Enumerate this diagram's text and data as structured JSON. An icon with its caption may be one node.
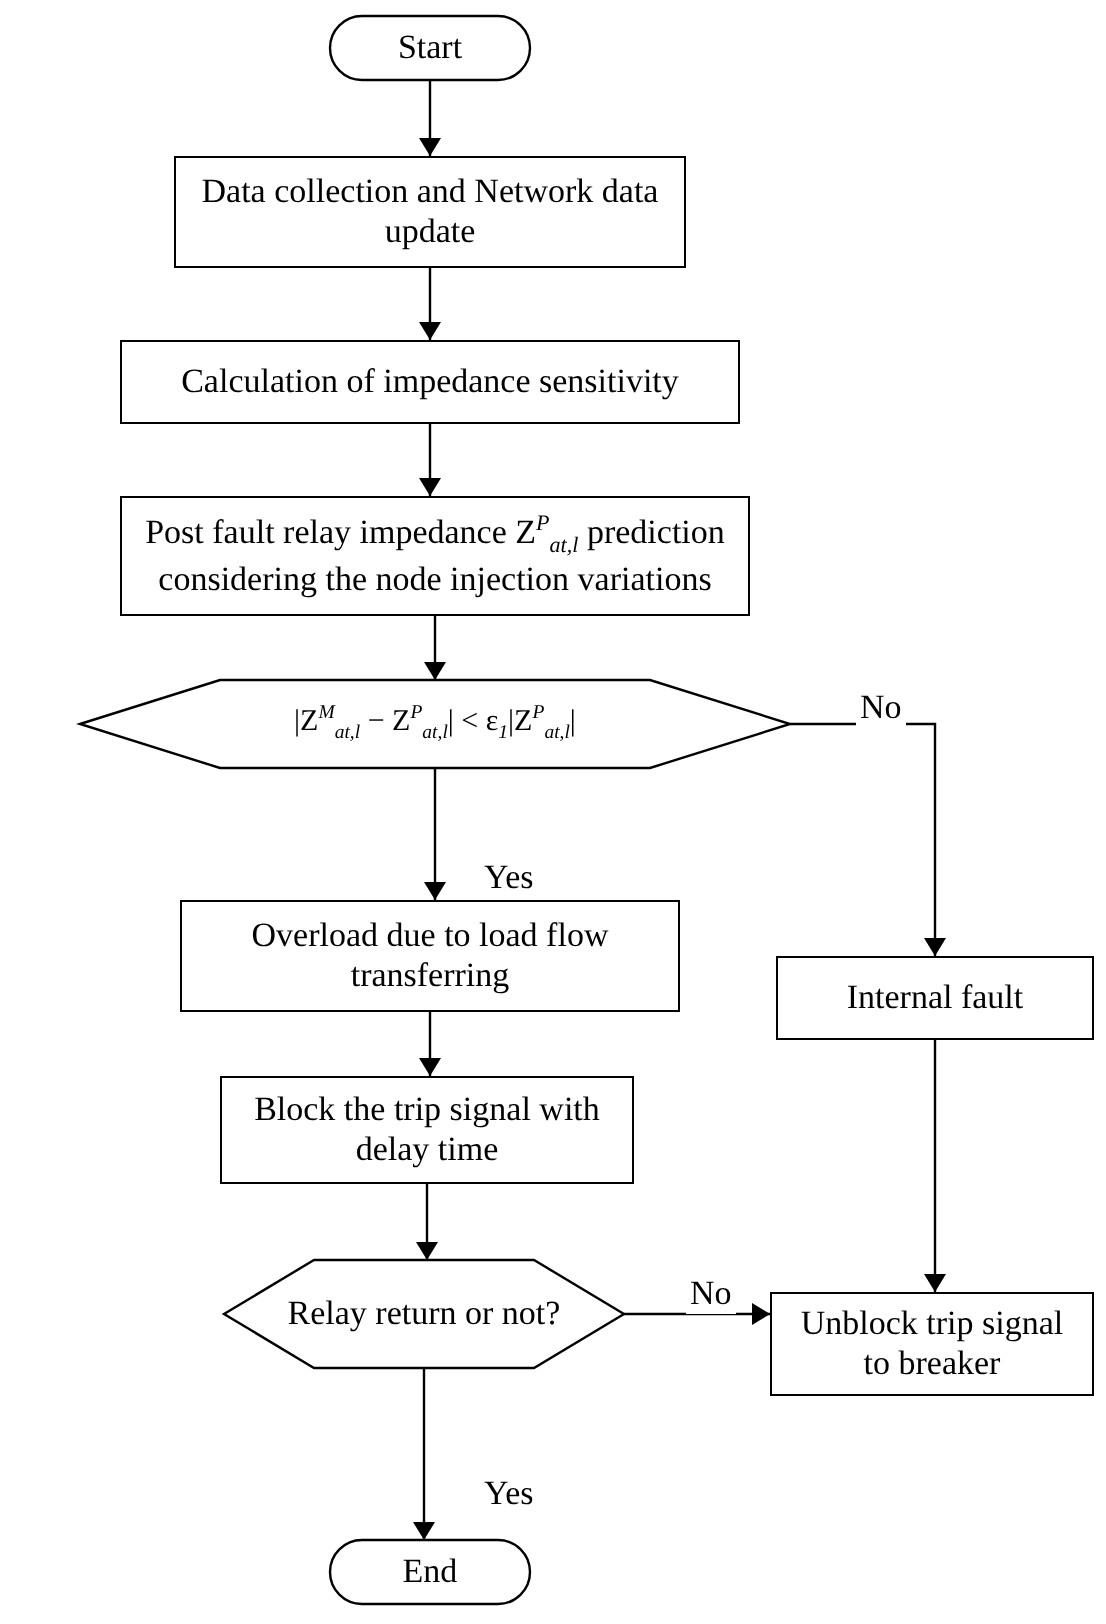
{
  "diagram": {
    "nodes": [
      {
        "text": [
          "Start"
        ]
      },
      {
        "text": [
          "Data collection and Network data update"
        ]
      },
      {
        "text": [
          "Calculation of impedance sensitivity"
        ]
      },
      {
        "text": [
          "Post fault relay impedance Z$^{P}$$_{at,l}$ prediction considering the node injection variations"
        ]
      },
      {
        "text": [
          "|Z$^{M}$$_{at,l}$ − Z$^{P}$$_{at,l}$| < ε$_{1}$|Z$^{P}$$_{at,l}$|"
        ]
      },
      {
        "text": [
          "Overload due to load flow transferring"
        ]
      },
      {
        "text": [
          "Internal fault"
        ]
      },
      {
        "text": [
          "Block the trip signal with delay time"
        ]
      },
      {
        "text": [
          "Relay return or not?"
        ]
      },
      {
        "text": [
          "Unblock trip signal to breaker"
        ]
      },
      {
        "text": [
          "End"
        ]
      }
    ],
    "edges": [
      {
        "from": 0,
        "to": 1,
        "arrow": "to"
      },
      {
        "from": 1,
        "to": 2,
        "arrow": "to"
      },
      {
        "from": 2,
        "to": 3,
        "arrow": "to"
      },
      {
        "from": 3,
        "to": 4,
        "arrow": "to"
      },
      {
        "from": 4,
        "to": 5,
        "arrow": "to",
        "label": "Yes"
      },
      {
        "from": 4,
        "to": 6,
        "arrow": "to",
        "label": "No"
      },
      {
        "from": 5,
        "to": 7,
        "arrow": "to"
      },
      {
        "from": 7,
        "to": 8,
        "arrow": "to"
      },
      {
        "from": 6,
        "to": 9,
        "arrow": "to"
      },
      {
        "from": 8,
        "to": 9,
        "arrow": "to",
        "label": "No"
      },
      {
        "from": 8,
        "to": 10,
        "arrow": "to",
        "label": "Yes"
      }
    ]
  }
}
